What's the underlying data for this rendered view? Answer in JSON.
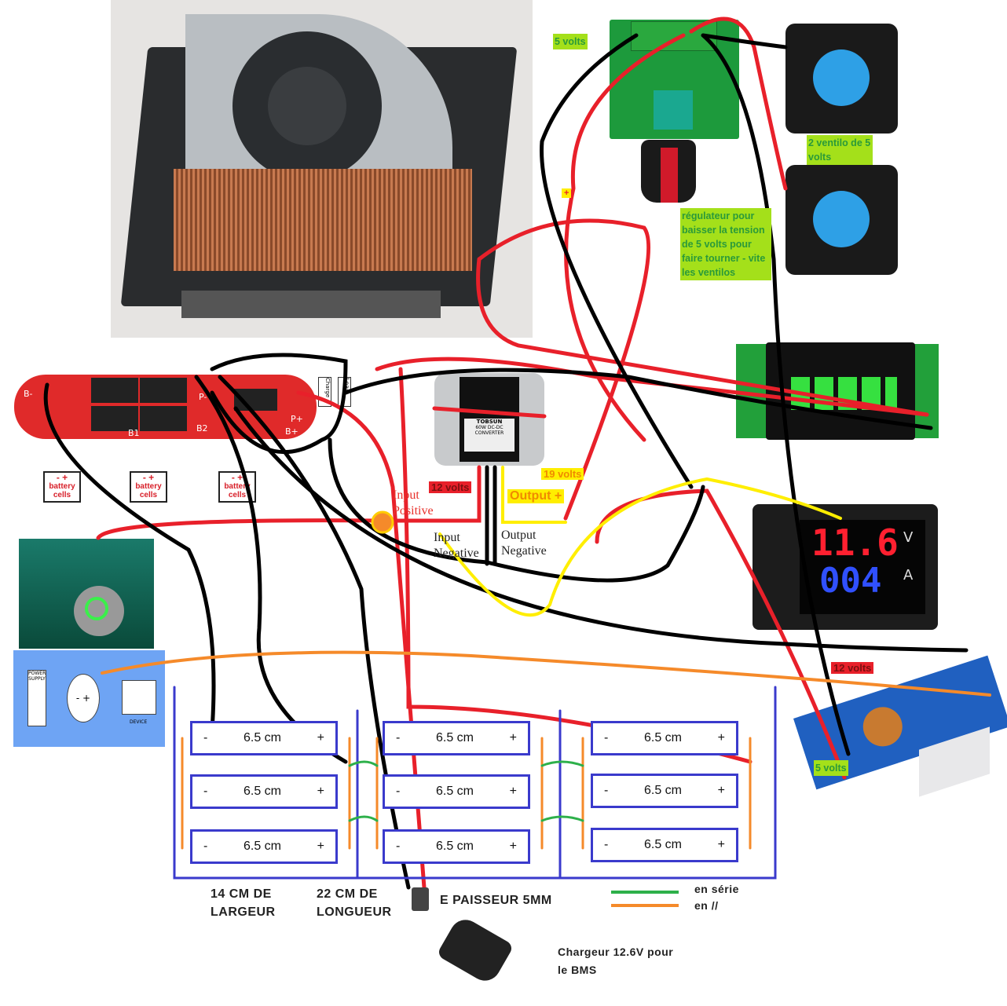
{
  "labels": {
    "fan_regulator_voltage": "5 volts",
    "fans": "2 ventilo de 5 volts",
    "regulator_note": "régulateur pour baisser la tension de 5 volts pour faire tourner - vite les ventilos",
    "plus_marker": "+",
    "input_12v": "12 volts",
    "output_19v": "19 volts",
    "output_plus": "Output +",
    "input_positive": "Input Positive",
    "input_negative": "Input Negative",
    "output_negative": "Output Negative",
    "buck_12v": "12 volts",
    "buck_5v": "5 volts"
  },
  "converter": {
    "brand": "TOBSUN",
    "model": "60W DC-DC CONVERTER"
  },
  "bms": {
    "pads": [
      "B-",
      "B1",
      "B2",
      "B+",
      "P-",
      "P+"
    ],
    "cells": [
      {
        "polarity": "- +",
        "label": "battery cells"
      },
      {
        "polarity": "- +",
        "label": "battery cells"
      },
      {
        "polarity": "- +",
        "label": "battery cells"
      }
    ],
    "terminals": [
      "Charge",
      "Load"
    ]
  },
  "meter": {
    "voltage": "11.6",
    "voltage_unit": "V",
    "current": "004",
    "current_unit": "A"
  },
  "switch_diagram": {
    "power_supply": "POWER SUPPLY",
    "device": "DEVICE",
    "minus": "-",
    "plus": "+"
  },
  "battery_pack": {
    "columns": [
      [
        {
          "size": "6.5 cm",
          "neg": "-",
          "pos": "+"
        },
        {
          "size": "6.5 cm",
          "neg": "-",
          "pos": "+"
        },
        {
          "size": "6.5 cm",
          "neg": "-",
          "pos": "+"
        }
      ],
      [
        {
          "size": "6.5 cm",
          "neg": "-",
          "pos": "+"
        },
        {
          "size": "6.5 cm",
          "neg": "-",
          "pos": "+"
        },
        {
          "size": "6.5 cm",
          "neg": "-",
          "pos": "+"
        }
      ],
      [
        {
          "size": "6.5 cm",
          "neg": "-",
          "pos": "+"
        },
        {
          "size": "6.5 cm",
          "neg": "-",
          "pos": "+"
        },
        {
          "size": "6.5 cm",
          "neg": "-",
          "pos": "+"
        }
      ]
    ],
    "width": "14 CM DE LARGEUR",
    "length": "22 CM DE LONGUEUR",
    "thickness": "E PAISSEUR 5MM"
  },
  "legend": [
    {
      "label": "en série",
      "color": "#2db04a"
    },
    {
      "label": "en //",
      "color": "#f58a2a"
    }
  ],
  "charger": "Chargeur 12.6V pour le BMS",
  "colors": {
    "wire_red": "#e8202a",
    "wire_black": "#000000",
    "wire_yellow": "#ffee00",
    "wire_orange": "#f58a2a",
    "pack_blue": "#3a3acc",
    "pcb_green": "#1a9a3a"
  }
}
